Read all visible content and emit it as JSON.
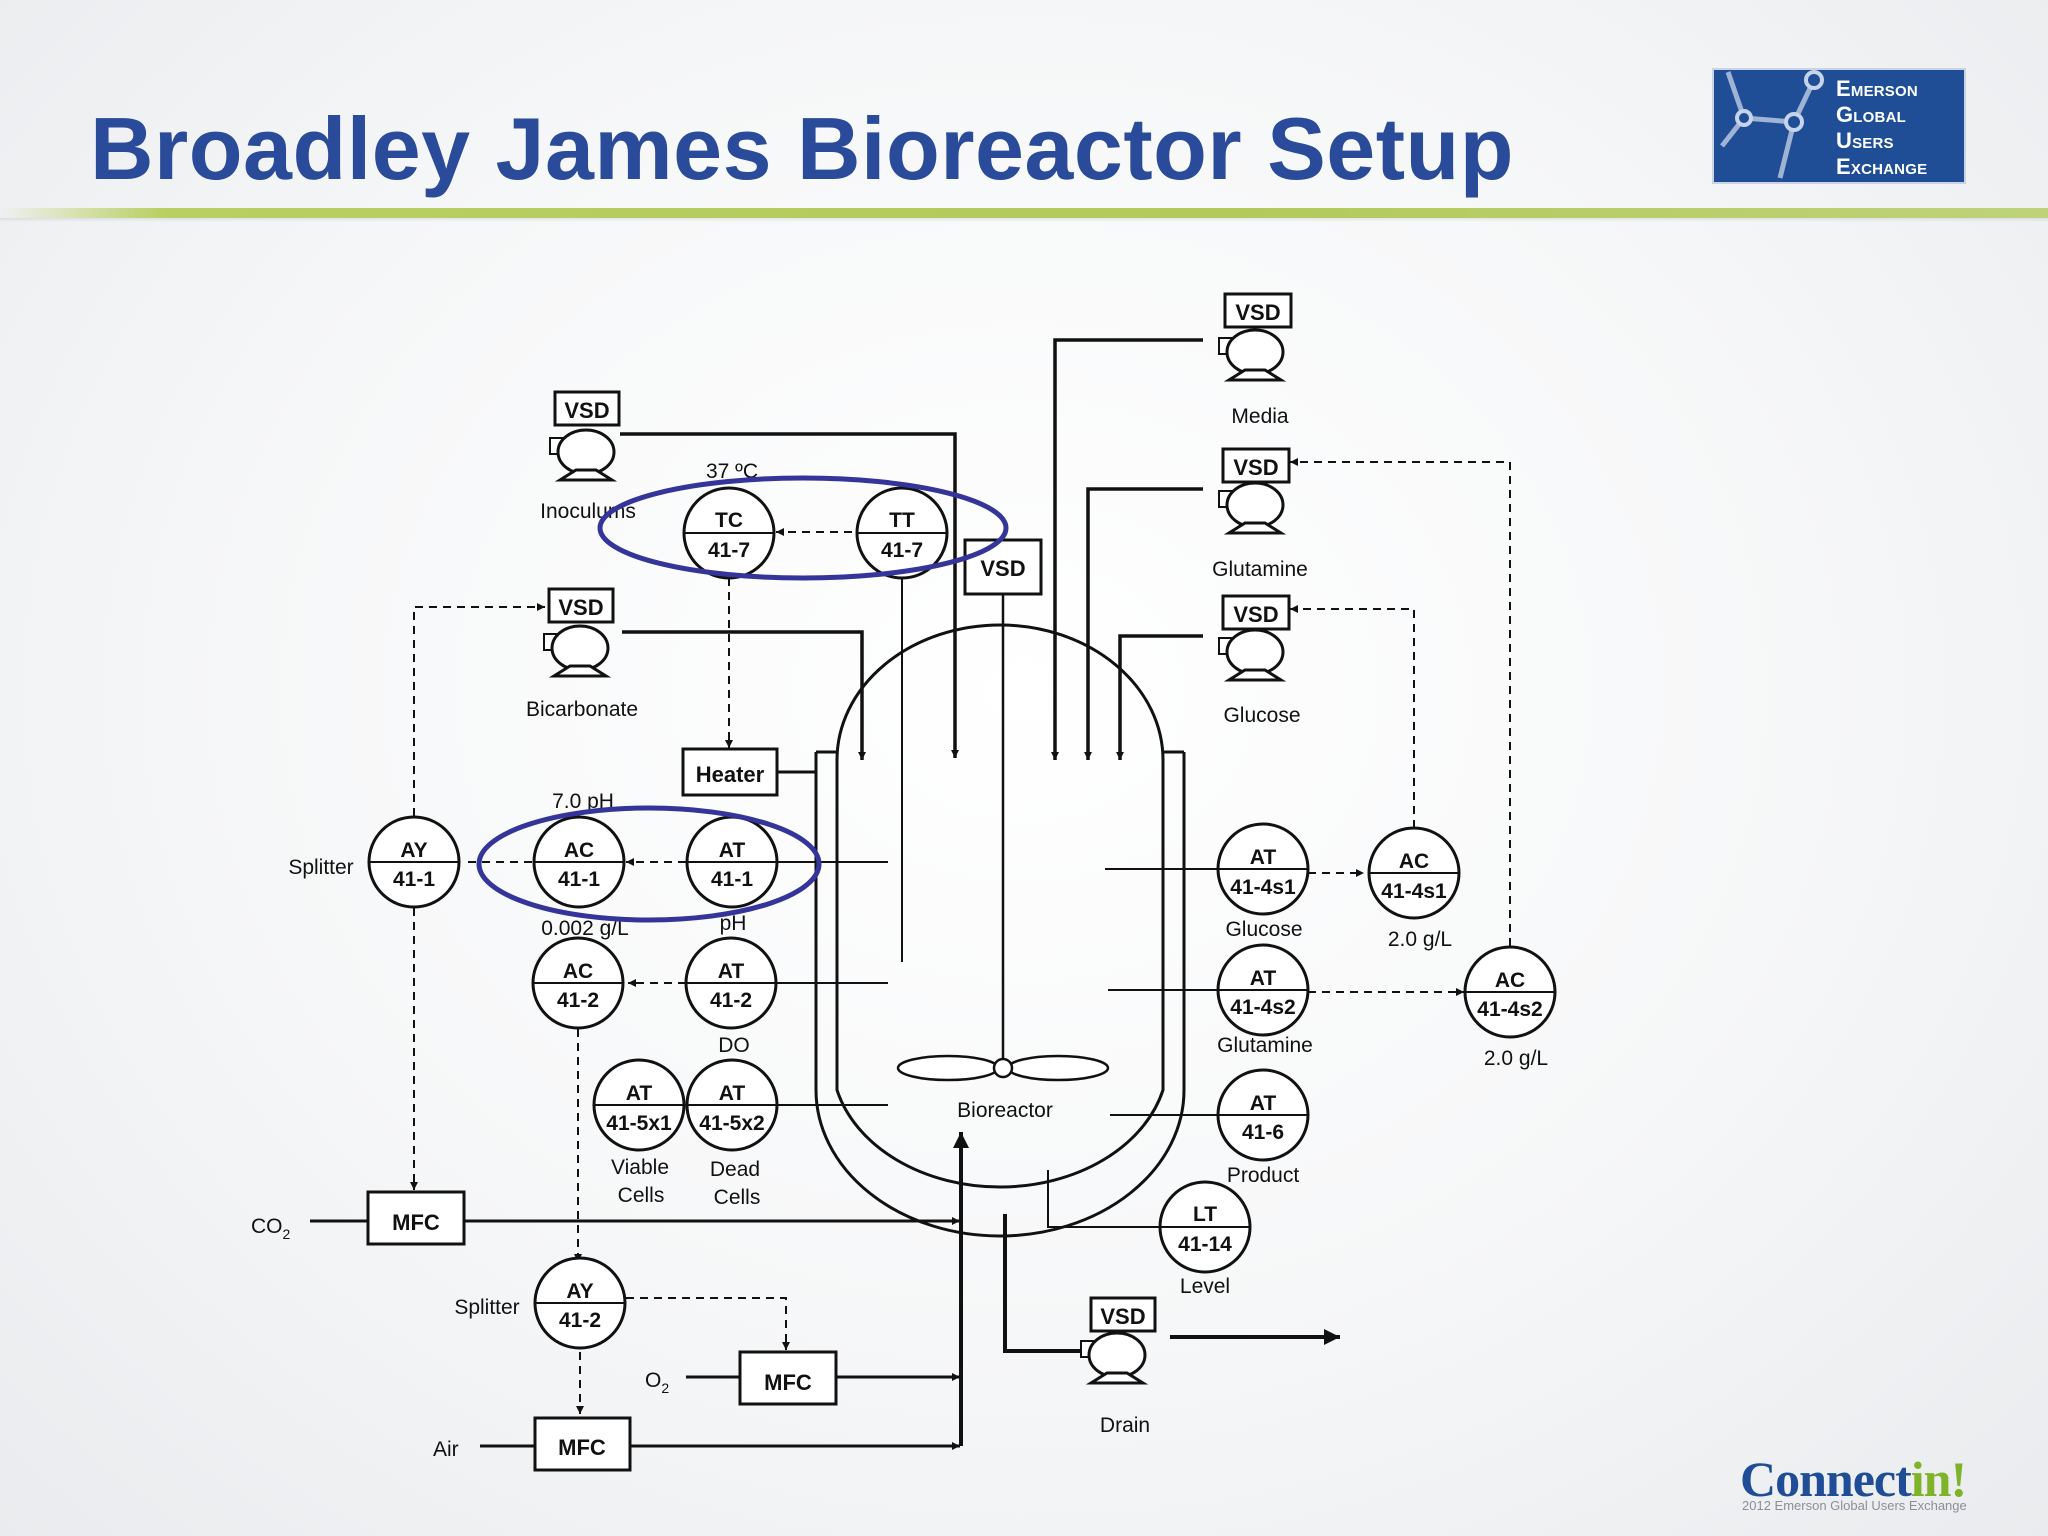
{
  "slide": {
    "title": "Broadley James Bioreactor Setup"
  },
  "logo": {
    "lines": [
      "Emerson",
      "Global",
      "Users",
      "Exchange"
    ]
  },
  "footer": {
    "brand_main": "Connect",
    "brand_accent": "in!",
    "caption": "2012 Emerson Global Users Exchange"
  },
  "diagram": {
    "vsd": "VSD",
    "pumps": {
      "inoculums": "Inoculums",
      "bicarbonate": "Bicarbonate",
      "media": "Media",
      "glutamine": "Glutamine",
      "glucose": "Glucose",
      "drain": "Drain"
    },
    "instruments": {
      "tc_41_7": {
        "func": "TC",
        "loop": "41-7"
      },
      "tt_41_7": {
        "func": "TT",
        "loop": "41-7"
      },
      "ay_41_1": {
        "func": "AY",
        "loop": "41-1"
      },
      "ac_41_1": {
        "func": "AC",
        "loop": "41-1"
      },
      "at_41_1": {
        "func": "AT",
        "loop": "41-1"
      },
      "ac_41_2": {
        "func": "AC",
        "loop": "41-2"
      },
      "at_41_2": {
        "func": "AT",
        "loop": "41-2"
      },
      "at_41_5x1": {
        "func": "AT",
        "loop": "41-5x1"
      },
      "at_41_5x2": {
        "func": "AT",
        "loop": "41-5x2"
      },
      "ay_41_2": {
        "func": "AY",
        "loop": "41-2"
      },
      "at_41_4s1": {
        "func": "AT",
        "loop": "41-4s1"
      },
      "ac_41_4s1": {
        "func": "AC",
        "loop": "41-4s1"
      },
      "at_41_4s2": {
        "func": "AT",
        "loop": "41-4s2"
      },
      "ac_41_4s2": {
        "func": "AC",
        "loop": "41-4s2"
      },
      "at_41_6": {
        "func": "AT",
        "loop": "41-6"
      },
      "lt_41_14": {
        "func": "LT",
        "loop": "41-14"
      }
    },
    "labels": {
      "temp_setpoint": "37 ºC",
      "ph_setpoint": "7.0 pH",
      "ph": "pH",
      "do_setpoint": "0.002 g/L",
      "do": "DO",
      "viable_cells_1": "Viable",
      "viable_cells_2": "Cells",
      "dead_cells_1": "Dead",
      "dead_cells_2": "Cells",
      "splitter_1": "Splitter",
      "splitter_2": "Splitter",
      "glucose_at": "Glucose",
      "glucose_setpoint": "2.0 g/L",
      "glutamine_at": "Glutamine",
      "glutamine_setpoint": "2.0 g/L",
      "product": "Product",
      "level": "Level",
      "bioreactor": "Bioreactor",
      "co2_main": "CO",
      "co2_sub": "2",
      "o2_main": "O",
      "o2_sub": "2",
      "air": "Air"
    },
    "boxes": {
      "heater": "Heater",
      "mfc": "MFC"
    },
    "highlight_color": "#34349a"
  }
}
